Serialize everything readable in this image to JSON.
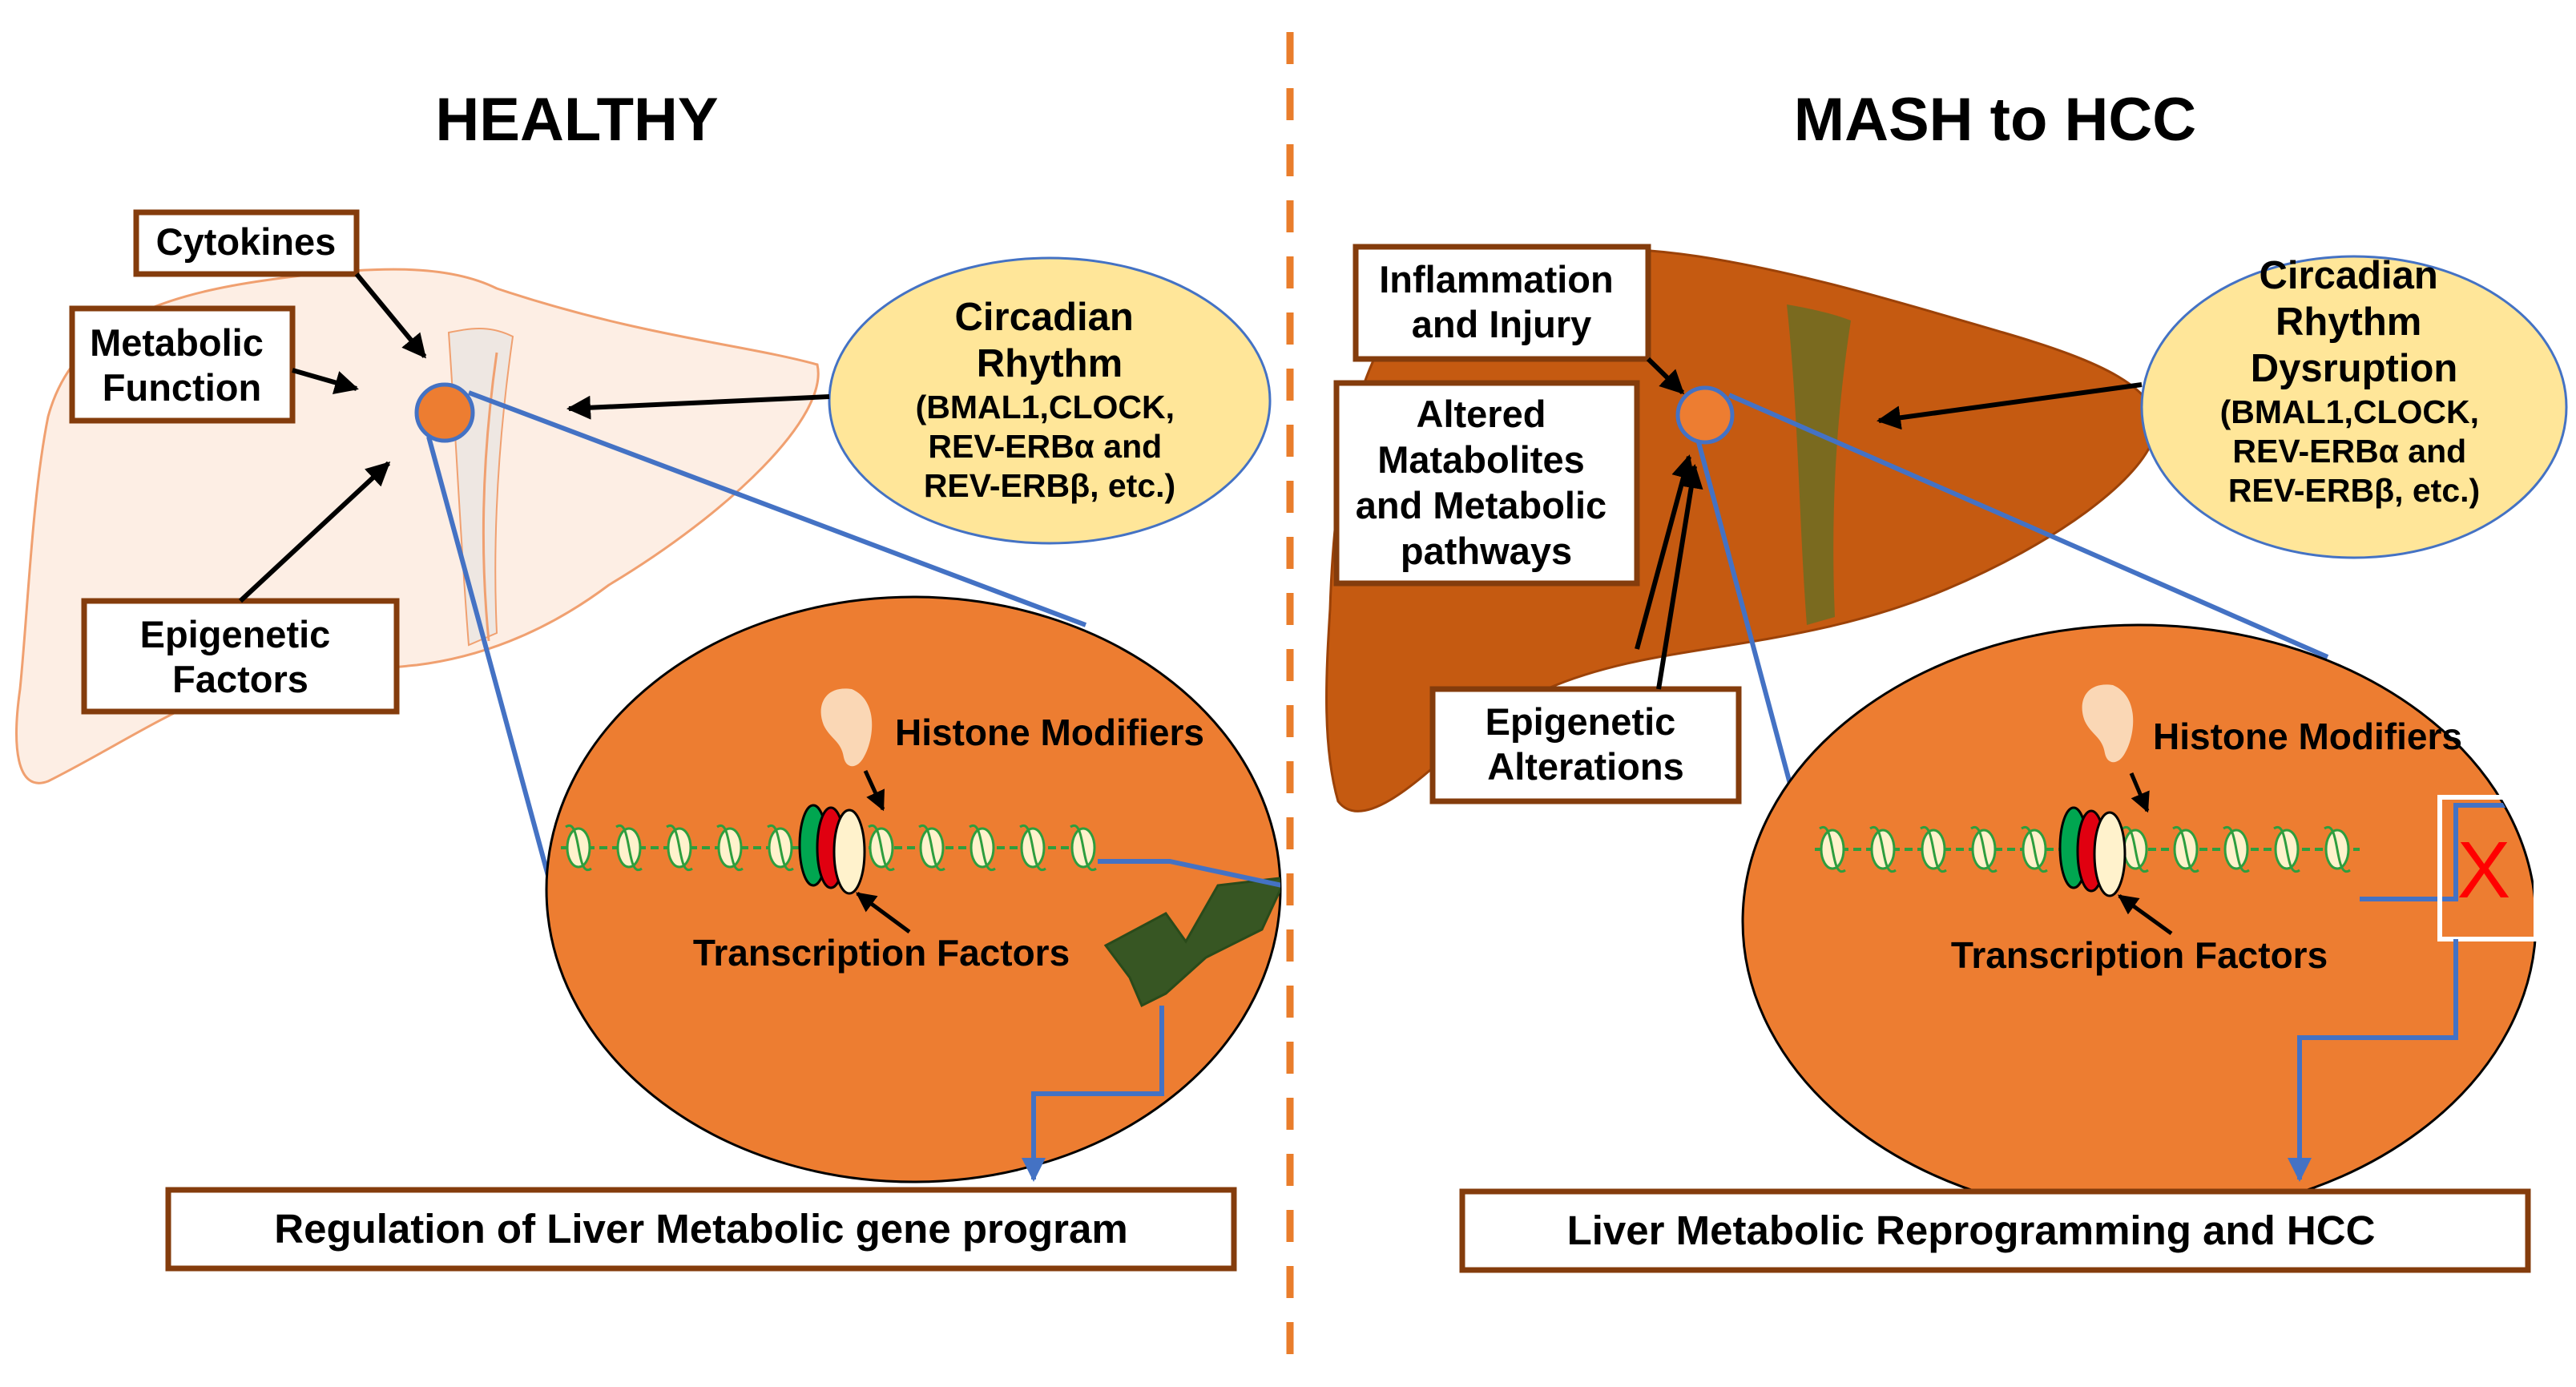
{
  "colors": {
    "divider": "#E97D2B",
    "healthy_liver_fill": "#FDEEE4",
    "healthy_liver_stroke": "#F0A070",
    "disease_liver_fill": "#C55A11",
    "disease_liver_dark": "#A04505",
    "ligament_olive": "#7A6A1F",
    "cell_fill": "#ED7D31",
    "oval_fill": "#FFE699",
    "box_border": "#843C0C",
    "connector_blue": "#4472C4",
    "dna_green": "#2E9E3E",
    "tf_green": "#00A650",
    "tf_red": "#E00010",
    "tf_cream": "#FFF2CC",
    "histone_peach": "#FAD7B5",
    "ribbon_green": "#375623",
    "block_red": "#FF0000"
  },
  "healthy": {
    "heading": "HEALTHY",
    "cytokines": "Cytokines",
    "metabolic_function": [
      "Metabolic",
      "Function"
    ],
    "epigenetic_factors": [
      "Epigenetic",
      "Factors"
    ],
    "circadian": {
      "title": [
        "Circadian",
        "Rhythm"
      ],
      "genes": [
        "(BMAL1,CLOCK,",
        "REV-ERBα and",
        "REV-ERBβ, etc.)"
      ]
    },
    "histone_modifiers": "Histone Modifiers",
    "transcription_factors": "Transcription Factors",
    "outcome": "Regulation of Liver Metabolic gene program"
  },
  "disease": {
    "heading": "MASH to HCC",
    "inflammation": [
      "Inflammation",
      "and Injury"
    ],
    "altered": [
      "Altered",
      "Matabolites",
      "and Metabolic",
      "pathways"
    ],
    "epigenetic_alterations": [
      "Epigenetic",
      "Alterations"
    ],
    "circadian": {
      "title": [
        "Circadian",
        "Rhythm",
        "Dysruption"
      ],
      "genes": [
        "(BMAL1,CLOCK,",
        "REV-ERBα and",
        "REV-ERBβ, etc.)"
      ]
    },
    "histone_modifiers": "Histone Modifiers",
    "transcription_factors": "Transcription Factors",
    "block_mark": "X",
    "outcome": "Liver Metabolic Reprogramming and HCC"
  }
}
